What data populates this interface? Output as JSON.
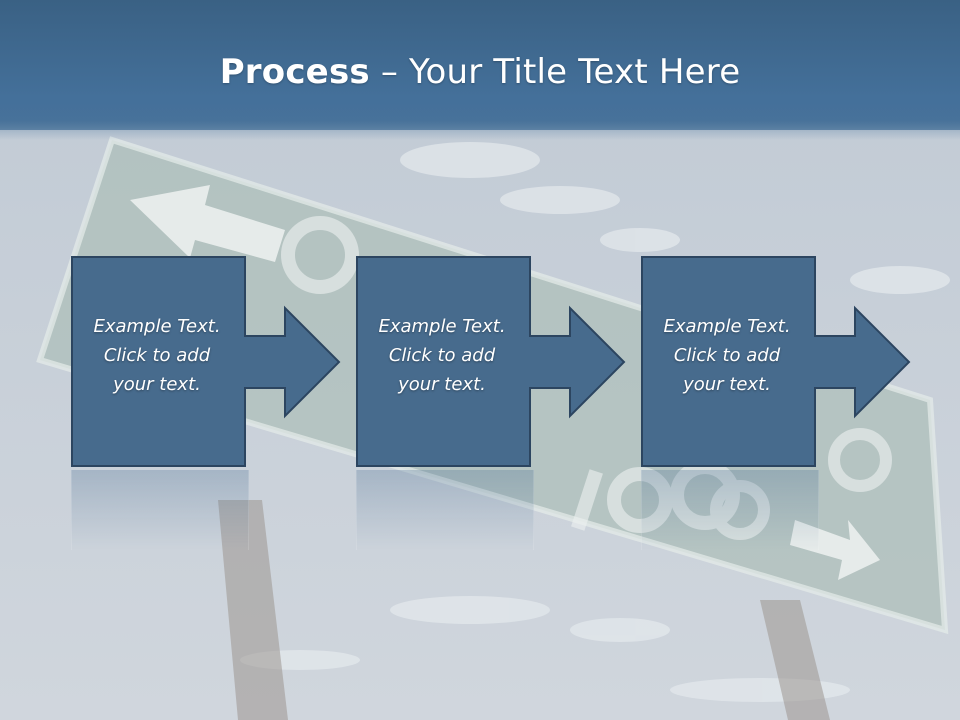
{
  "title": {
    "bold": "Process",
    "rest": " – Your Title Text Here"
  },
  "steps": [
    {
      "line1": "Example Text.",
      "line2": "Click  to add",
      "line3": "your text."
    },
    {
      "line1": "Example Text.",
      "line2": "Click  to add",
      "line3": "your text."
    },
    {
      "line1": "Example Text.",
      "line2": "Click  to add",
      "line3": "your text."
    }
  ],
  "colors": {
    "box_fill": "#476b8d",
    "box_stroke": "#2c4560",
    "title_text": "#ffffff",
    "body_text": "#ffffff"
  }
}
